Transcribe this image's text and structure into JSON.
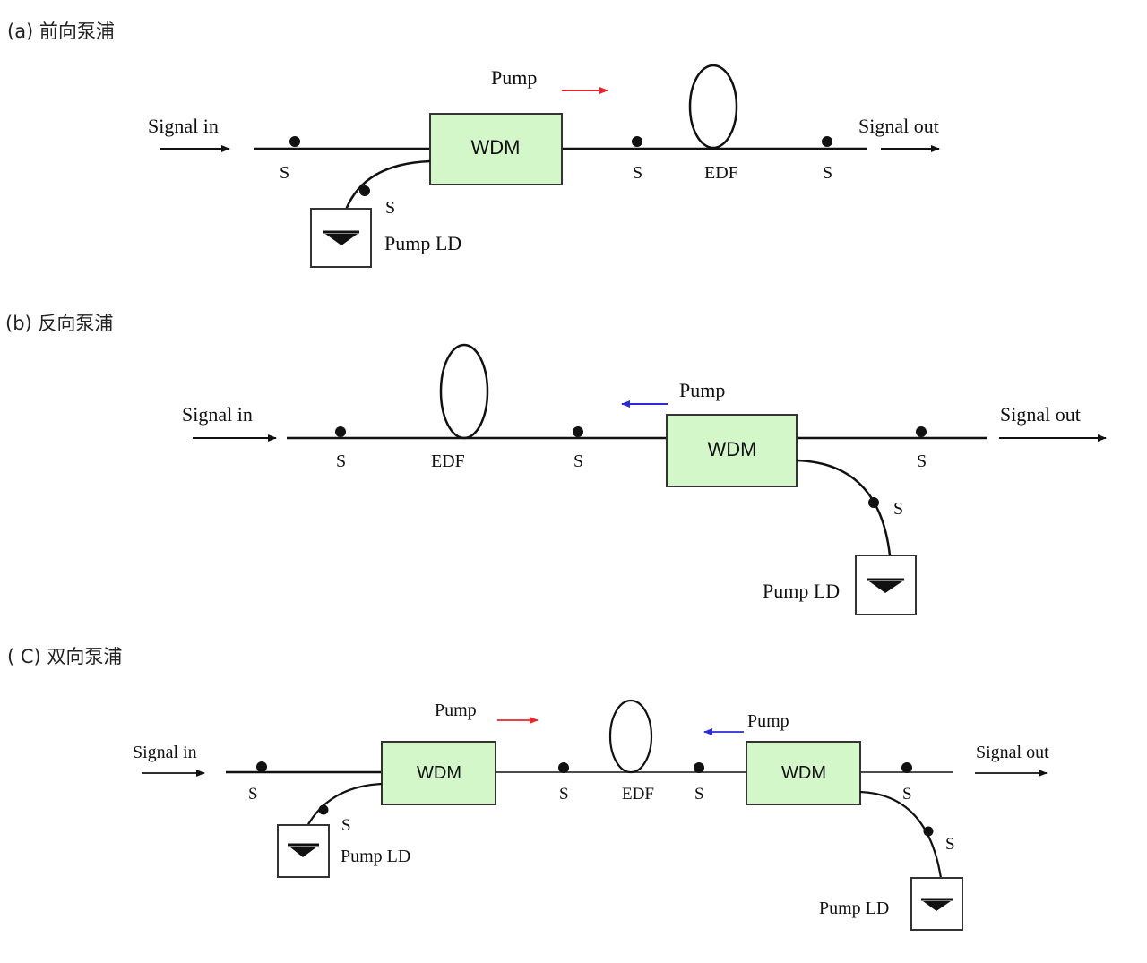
{
  "sections": {
    "a": {
      "heading": "(a) 前向泵浦"
    },
    "b": {
      "heading": "(b) 反向泵浦"
    },
    "c": {
      "heading": "( C) 双向泵浦"
    }
  },
  "labels": {
    "signal_in": "Signal in",
    "signal_out": "Signal out",
    "pump": "Pump",
    "wdm": "WDM",
    "edf": "EDF",
    "splice": "S",
    "pump_ld": "Pump LD"
  },
  "colors": {
    "wdm_fill": "#d4f7c9",
    "pump_forward_arrow": "#e8262b",
    "pump_backward_arrow": "#2b2bd8",
    "line": "#111111"
  }
}
